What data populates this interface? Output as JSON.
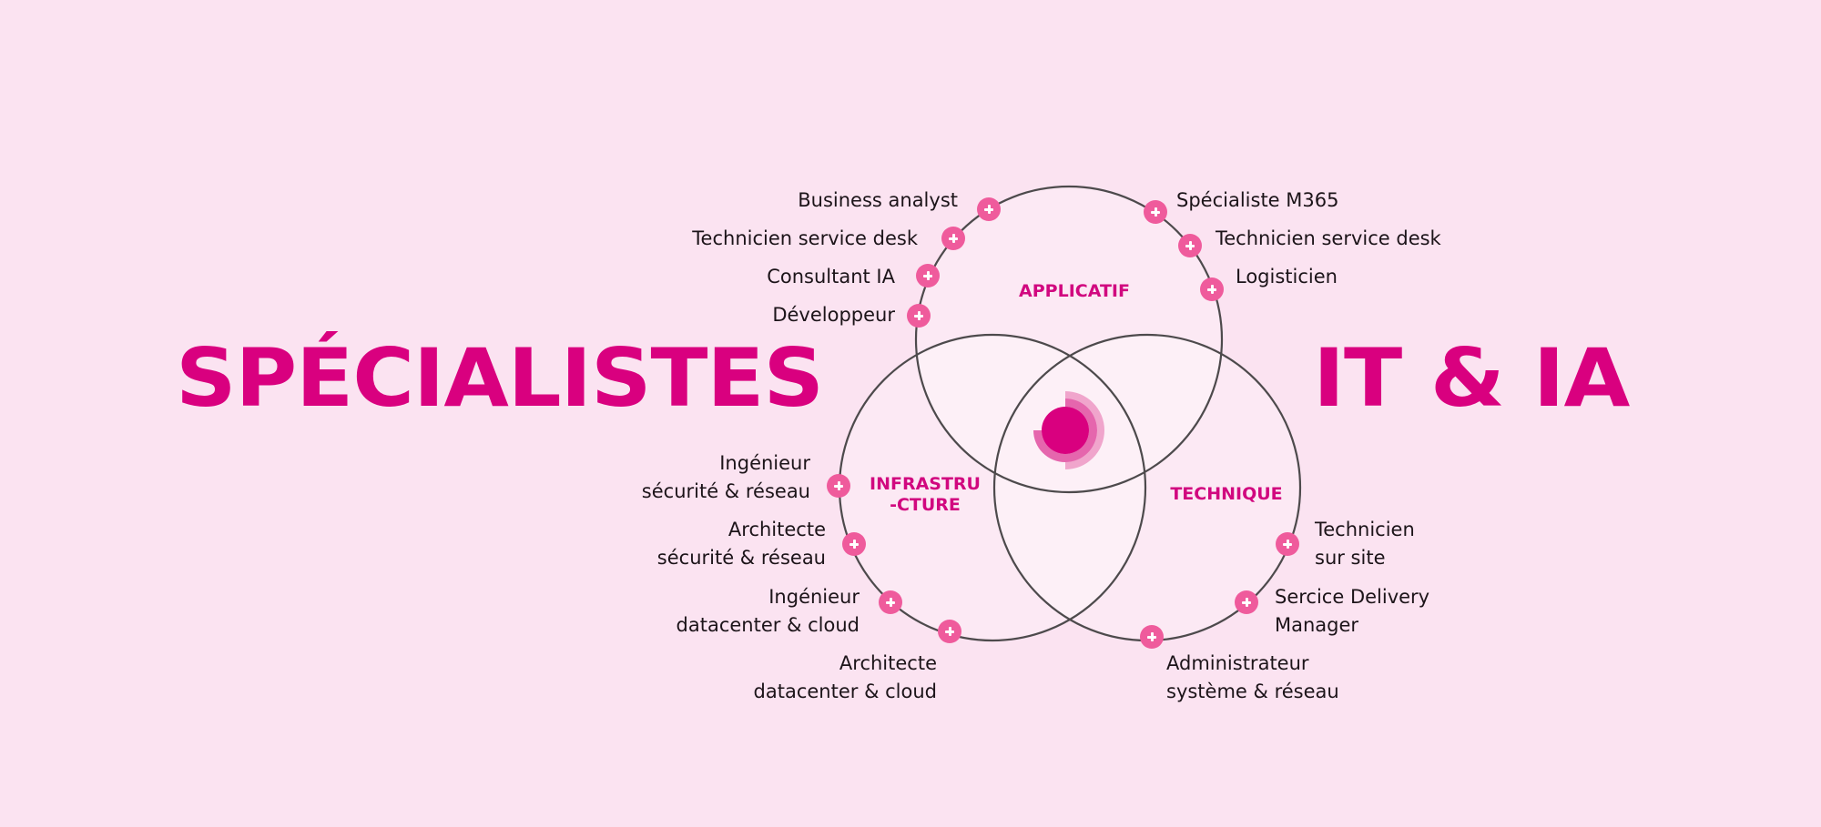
{
  "title": {
    "left": "SPÉCIALISTES",
    "right": "IT & IA"
  },
  "colors": {
    "background": "#fbe3f1",
    "brand_magenta": "#d9007f",
    "marker_pink": "#ef5b9c",
    "circle_stroke": "#4d4a4c",
    "text_dark": "#1c1419",
    "icon_ring_medium": "#e566ad",
    "icon_ring_light": "#f0a5cc"
  },
  "venn": {
    "zones": {
      "applicatif": "APPLICATIF",
      "infrastructure_line1": "INFRASTRU",
      "infrastructure_line2": "-CTURE",
      "technique": "TECHNIQUE"
    },
    "center_icon": "target-icon"
  },
  "roles": {
    "applicatif_left": [
      {
        "lines": [
          "Business analyst"
        ]
      },
      {
        "lines": [
          "Technicien service desk"
        ]
      },
      {
        "lines": [
          "Consultant IA"
        ]
      },
      {
        "lines": [
          "Développeur"
        ]
      }
    ],
    "applicatif_right": [
      {
        "lines": [
          "Spécialiste M365"
        ]
      },
      {
        "lines": [
          "Technicien service desk"
        ]
      },
      {
        "lines": [
          "Logisticien"
        ]
      }
    ],
    "infrastructure": [
      {
        "lines": [
          "Ingénieur",
          "sécurité & réseau"
        ]
      },
      {
        "lines": [
          "Architecte",
          "sécurité & réseau"
        ]
      },
      {
        "lines": [
          "Ingénieur",
          "datacenter & cloud"
        ]
      },
      {
        "lines": [
          "Architecte",
          "datacenter & cloud"
        ]
      }
    ],
    "technique": [
      {
        "lines": [
          "Technicien",
          "sur site"
        ]
      },
      {
        "lines": [
          "Sercice Delivery",
          "Manager"
        ]
      },
      {
        "lines": [
          "Administrateur",
          "système & réseau"
        ]
      }
    ]
  },
  "marker_icon": "plus-icon"
}
